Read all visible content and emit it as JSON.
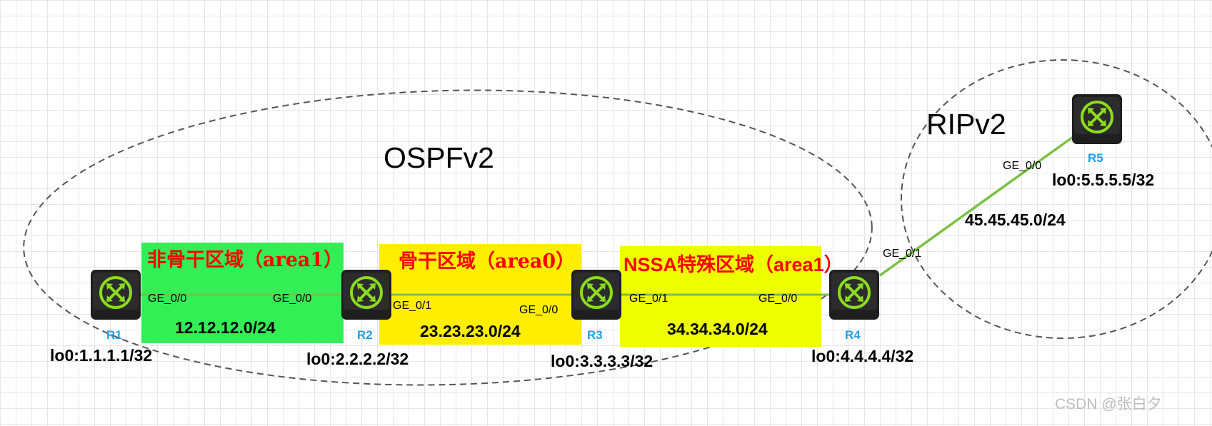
{
  "protocols": {
    "ospf": "OSPFv2",
    "rip": "RIPv2"
  },
  "areas": {
    "area1_left": "非骨干区域（area1）",
    "area0": "骨干区域（area0）",
    "nssa": "NSSA特殊区域（area1）"
  },
  "routers": [
    {
      "id": "R1",
      "loopback": "lo0:1.1.1.1/32"
    },
    {
      "id": "R2",
      "loopback": "lo0:2.2.2.2/32"
    },
    {
      "id": "R3",
      "loopback": "lo0:3.3.3.3/32"
    },
    {
      "id": "R4",
      "loopback": "lo0:4.4.4.4/32"
    },
    {
      "id": "R5",
      "loopback": "lo0:5.5.5.5/32"
    }
  ],
  "links": [
    {
      "subnet": "12.12.12.0/24",
      "port_a": "GE_0/0",
      "port_b": "GE_0/0"
    },
    {
      "subnet": "23.23.23.0/24",
      "port_a": "GE_0/1",
      "port_b": "GE_0/0"
    },
    {
      "subnet": "34.34.34.0/24",
      "port_a": "GE_0/1",
      "port_b": "GE_0/0"
    },
    {
      "subnet": "45.45.45.0/24",
      "port_a": "GE_0/1",
      "port_b": "GE_0/0"
    }
  ],
  "colors": {
    "area1_fill": "#33ee55",
    "area0_fill": "#ffee00",
    "nssa_fill": "#eeff00",
    "link_green": "#7ac143",
    "router_icon": "#1f1f1f",
    "router_glyph": "#8cdc1e",
    "router_label": "#1ea0e8",
    "area_label": "#ff0000"
  },
  "icons": {
    "router": "router-icon"
  },
  "watermark": "CSDN @张白夕"
}
